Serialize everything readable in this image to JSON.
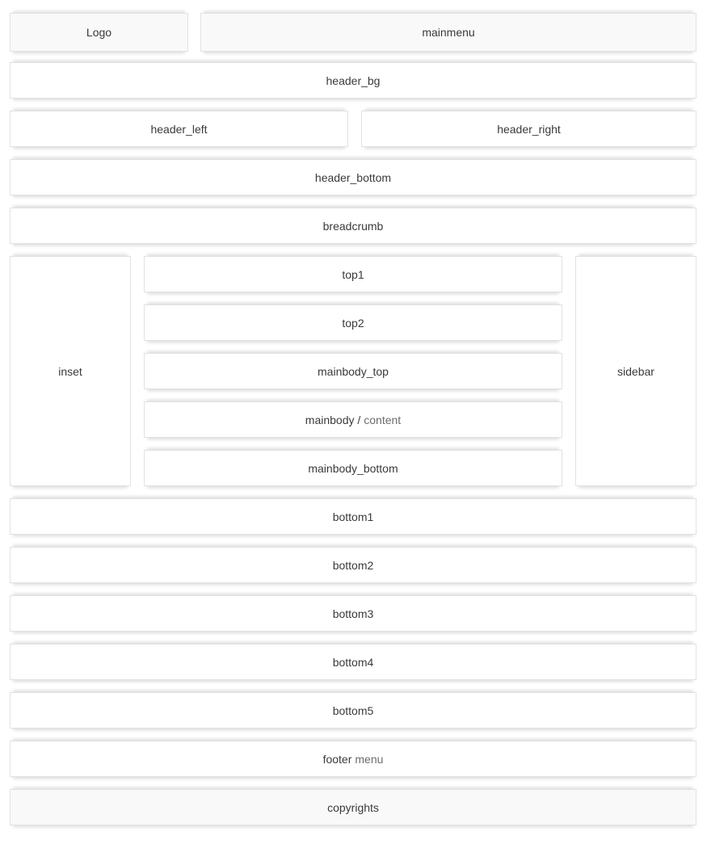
{
  "colors": {
    "page_background": "#ffffff",
    "box_background": "#ffffff",
    "box_background_muted": "#f9f9f9",
    "box_border": "#e2e2e2",
    "box_shadow": "#dddddd",
    "text_primary": "#3a3a3a",
    "text_secondary": "#6b6b6b"
  },
  "positions": {
    "logo": "Logo",
    "mainmenu": "mainmenu",
    "header_bg": "header_bg",
    "header_left": "header_left",
    "header_right": "header_right",
    "header_bottom": "header_bottom",
    "breadcrumb": "breadcrumb",
    "inset": "inset",
    "top1": "top1",
    "top2": "top2",
    "mainbody_top": "mainbody_top",
    "mainbody": {
      "primary": "mainbody /",
      "secondary": "content"
    },
    "mainbody_bottom": "mainbody_bottom",
    "sidebar": "sidebar",
    "bottom1": "bottom1",
    "bottom2": "bottom2",
    "bottom3": "bottom3",
    "bottom4": "bottom4",
    "bottom5": "bottom5",
    "footer": {
      "primary": "footer",
      "secondary": "menu"
    },
    "copyrights": "copyrights"
  }
}
